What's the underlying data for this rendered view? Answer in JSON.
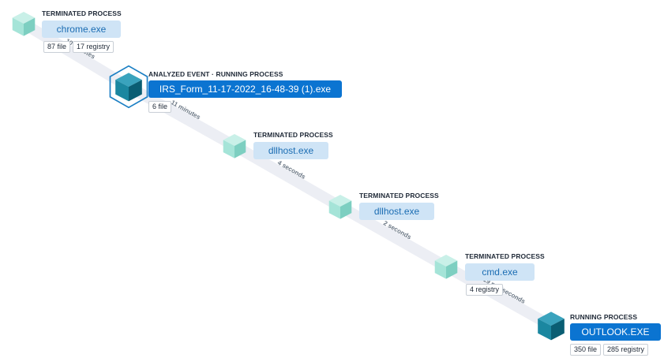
{
  "nodes": [
    {
      "type_label": "TERMINATED PROCESS",
      "name": "chrome.exe",
      "badges": [
        "87 file",
        "17 registry"
      ],
      "selected": false,
      "analyzed": false
    },
    {
      "type_label": "ANALYZED EVENT · RUNNING PROCESS",
      "name": "IRS_Form_11-17-2022_16-48-39 (1).exe",
      "badges": [
        "6 file"
      ],
      "selected": true,
      "analyzed": true
    },
    {
      "type_label": "TERMINATED PROCESS",
      "name": "dllhost.exe",
      "badges": [],
      "selected": false,
      "analyzed": false
    },
    {
      "type_label": "TERMINATED PROCESS",
      "name": "dllhost.exe",
      "badges": [],
      "selected": false,
      "analyzed": false
    },
    {
      "type_label": "TERMINATED PROCESS",
      "name": "cmd.exe",
      "badges": [
        "4 registry"
      ],
      "selected": false,
      "analyzed": false
    },
    {
      "type_label": "RUNNING PROCESS",
      "name": "OUTLOOK.EXE",
      "badges": [
        "350 file",
        "285 registry"
      ],
      "selected": true,
      "analyzed": false
    }
  ],
  "edges": [
    {
      "label": "10 minutes"
    },
    {
      "label": "11 minutes"
    },
    {
      "label": "4 seconds"
    },
    {
      "label": "2 seconds"
    },
    {
      "label": "319 milliseconds"
    }
  ],
  "colors": {
    "terminated_cube": "#8fdccf",
    "running_cube": "#0e6f86",
    "selected_name_bg": "#0b74d1",
    "name_bg": "#cfe4f6",
    "name_text": "#1b6db3",
    "edge_band": "#eceef4",
    "analyzed_ring": "#1b7fc4"
  }
}
